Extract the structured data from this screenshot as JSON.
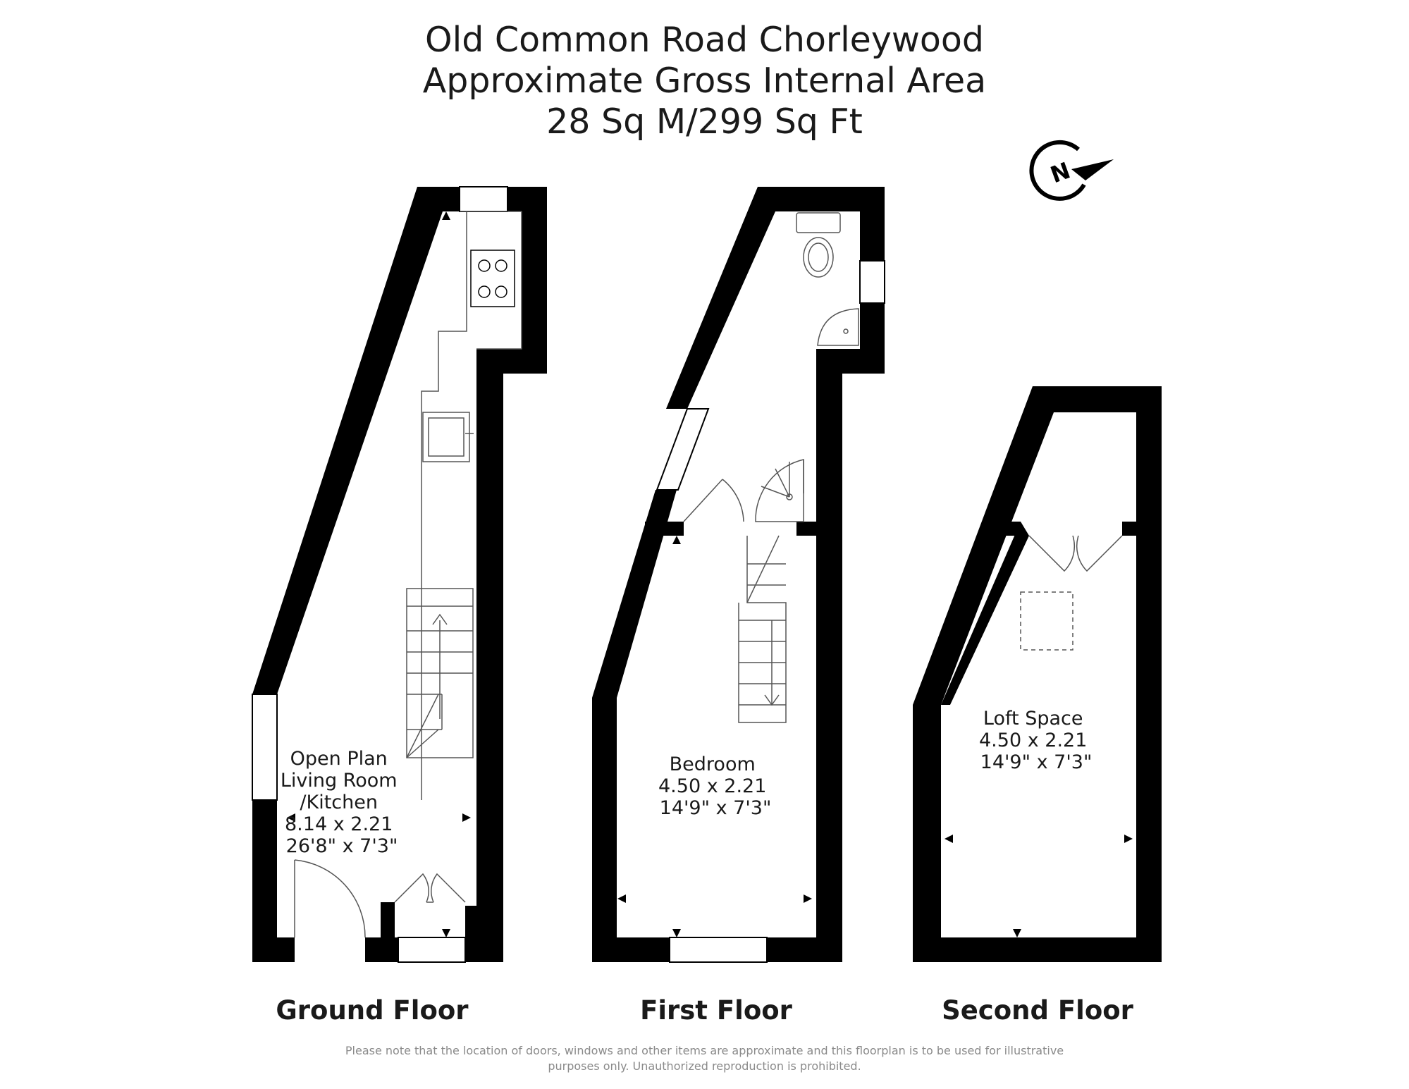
{
  "header": {
    "title_line1": "Old Common Road Chorleywood",
    "title_line2": "Approximate Gross Internal Area",
    "title_line3": "28 Sq M/299 Sq Ft"
  },
  "compass": {
    "letter": "N",
    "icon": "compass-icon"
  },
  "floors": [
    {
      "label": "Ground Floor",
      "rooms": [
        {
          "lines": [
            "Open Plan",
            "Living Room",
            "/Kitchen",
            "8.14 x 2.21",
            "26'8\" x 7'3\""
          ]
        }
      ]
    },
    {
      "label": "First Floor",
      "rooms": [
        {
          "lines": [
            "Bedroom",
            "4.50 x 2.21",
            "14'9\" x 7'3\""
          ]
        }
      ]
    },
    {
      "label": "Second Floor",
      "rooms": [
        {
          "lines": [
            "Loft Space",
            "4.50 x 2.21",
            "14'9\" x 7'3\""
          ]
        }
      ]
    }
  ],
  "disclaimer": {
    "line1": "Please note that the location of doors, windows and other items are approximate and this floorplan is to be used for illustrative",
    "line2": "purposes only. Unauthorized reproduction is prohibited."
  },
  "colors": {
    "wall": "#000000",
    "fixture": "#555555",
    "text": "#1a1a1a",
    "disclaimer": "#8a8a8a"
  }
}
